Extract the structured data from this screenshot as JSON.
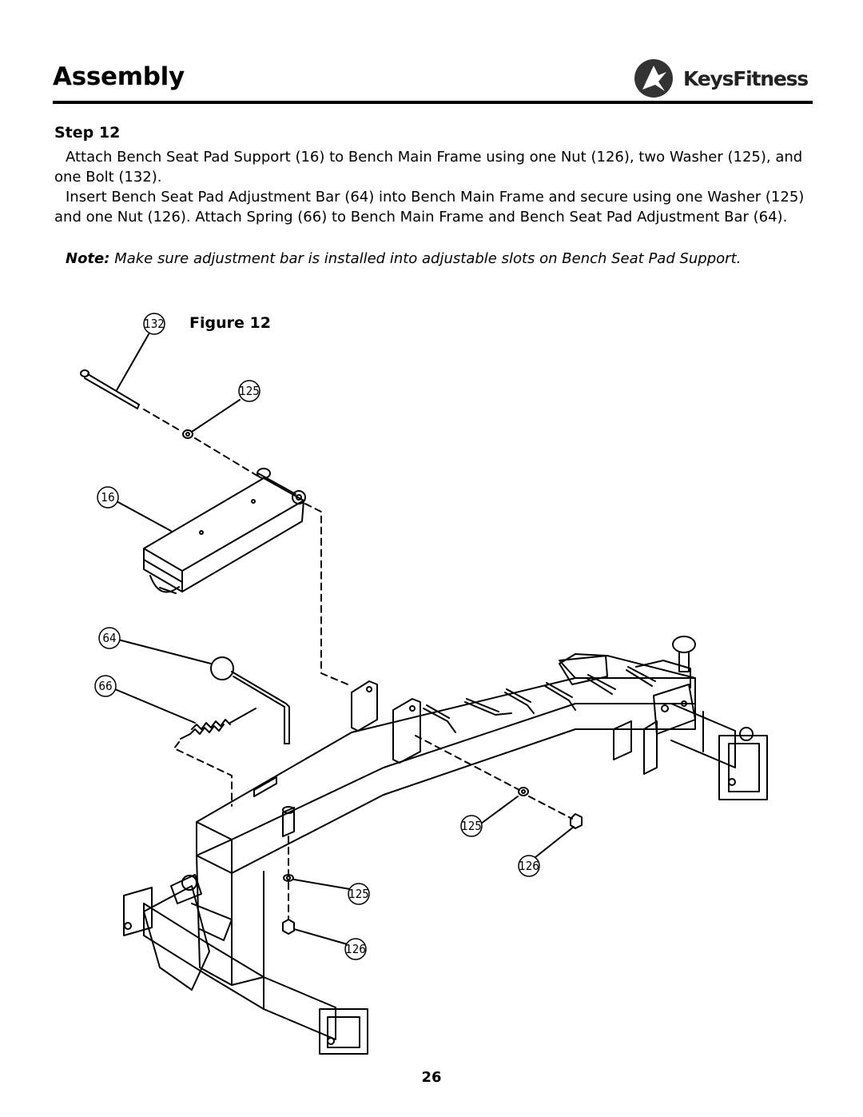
{
  "header": {
    "title": "Assembly",
    "brand": "KeysFitness"
  },
  "step": {
    "title": "Step 12",
    "paragraph1": "Attach Bench Seat Pad Support (16) to Bench Main Frame using one Nut (126), two Washer (125), and one Bolt (132).",
    "paragraph2": "Insert Bench Seat Pad Adjustment Bar (64) into Bench Main Frame and secure using one Washer (125) and one Nut (126).  Attach Spring (66) to Bench Main Frame and Bench Seat Pad Adjustment Bar (64).",
    "note_label": "Note:",
    "note_text": "Make sure adjustment bar is installed into adjustable slots on Bench Seat Pad Support."
  },
  "figure": {
    "label": "Figure 12",
    "callouts": [
      "132",
      "125",
      "16",
      "64",
      "66",
      "125",
      "126",
      "125",
      "126"
    ]
  },
  "footer": {
    "page_number": "26"
  }
}
